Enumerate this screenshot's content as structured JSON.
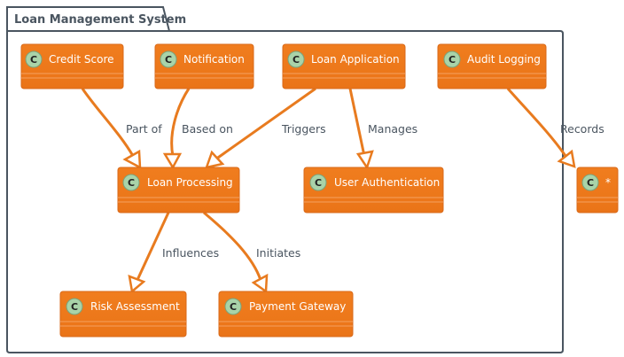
{
  "package": {
    "title": "Loan Management System"
  },
  "colors": {
    "node_fill": "#f07d1e",
    "node_fill_light": "#f5943f",
    "node_stroke": "#d8691a",
    "edge": "#e87b1f",
    "badge_fill": "#a9d3a9",
    "package_stroke": "#4a5560",
    "text_muted": "#4a5560"
  },
  "nodes": {
    "credit_score": {
      "label": "Credit Score",
      "badge": "C"
    },
    "notification": {
      "label": "Notification",
      "badge": "C"
    },
    "loan_application": {
      "label": "Loan Application",
      "badge": "C"
    },
    "audit_logging": {
      "label": "Audit Logging",
      "badge": "C"
    },
    "loan_processing": {
      "label": "Loan Processing",
      "badge": "C"
    },
    "user_authentication": {
      "label": "User Authentication",
      "badge": "C"
    },
    "risk_assessment": {
      "label": "Risk Assessment",
      "badge": "C"
    },
    "payment_gateway": {
      "label": "Payment Gateway",
      "badge": "C"
    },
    "star": {
      "label": "*",
      "badge": "C"
    }
  },
  "edges": {
    "credit_to_processing": "Part of",
    "notification_to_processing": "Based on",
    "application_to_processing": "Triggers",
    "application_to_auth": "Manages",
    "audit_to_star": "Records",
    "processing_to_risk": "Influences",
    "processing_to_payment": "Initiates"
  }
}
